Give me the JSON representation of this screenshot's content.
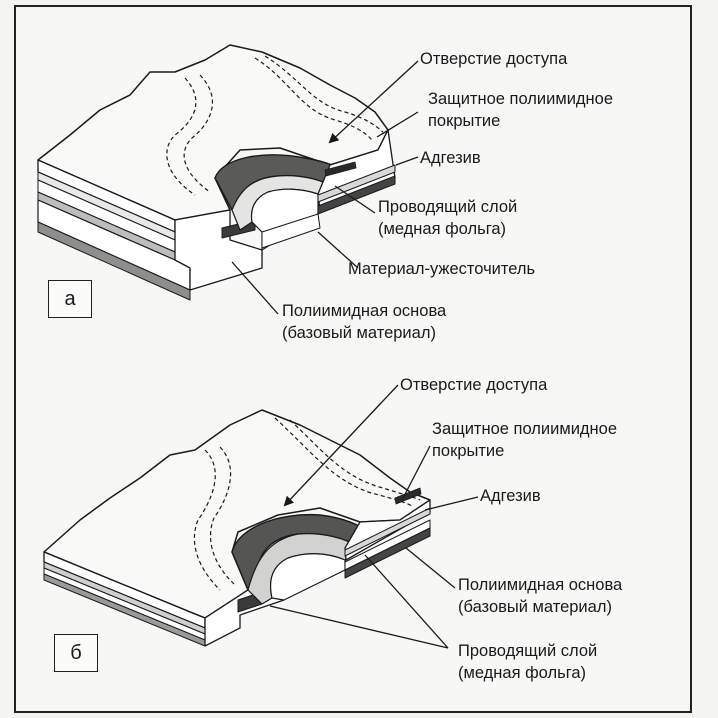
{
  "panel_a": {
    "tag": "а",
    "labels": {
      "access_hole": "Отверстие доступа",
      "coverlay_line1": "Защитное полиимидное",
      "coverlay_line2": "покрытие",
      "adhesive": "Адгезив",
      "conductor_line1": "Проводящий слой",
      "conductor_line2": "(медная фольга)",
      "stiffener": "Материал-ужесточитель",
      "base_line1": "Полиимидная основа",
      "base_line2": "(базовый материал)"
    }
  },
  "panel_b": {
    "tag": "б",
    "labels": {
      "access_hole": "Отверстие доступа",
      "coverlay_line1": "Защитное полиимидное",
      "coverlay_line2": "покрытие",
      "adhesive": "Адгезив",
      "base_line1": "Полиимидная основа",
      "base_line2": "(базовый материал)",
      "conductor_line1": "Проводящий слой",
      "conductor_line2": "(медная фольга)"
    }
  }
}
